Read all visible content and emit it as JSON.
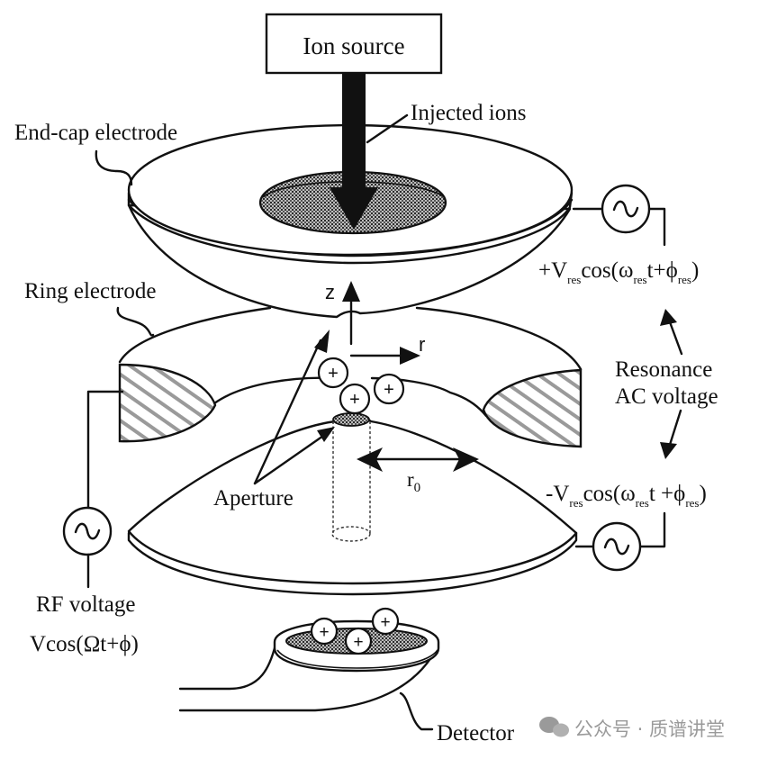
{
  "figure": {
    "title": "Quadrupole ion trap schematic",
    "labels": {
      "ion_source": "Ion source",
      "injected_ions": "Injected ions",
      "end_cap_electrode": "End-cap electrode",
      "ring_electrode": "Ring electrode",
      "aperture": "Aperture",
      "detector": "Detector",
      "rf_voltage": "RF voltage",
      "rf_formula": "Vcos(Ωt+ϕ)",
      "resonance_line1": "Resonance",
      "resonance_line2": "AC voltage",
      "axis_z": "z",
      "axis_r": "r",
      "r0_main": "r",
      "r0_sub": "0"
    },
    "upper_formula": {
      "sign": "+V",
      "sub1": "res",
      "mid": "cos(ω",
      "sub2": "res",
      "tail": "t+ϕ",
      "sub3": "res",
      "close": ")"
    },
    "lower_formula": {
      "sign": "-V",
      "sub1": "res",
      "mid": "cos(ω",
      "sub2": "res",
      "tail": "t +ϕ",
      "sub3": "res",
      "close": ")"
    },
    "ion_symbol": "+",
    "ac_source_symbol": "~"
  },
  "watermark": {
    "icon": "wechat-icon",
    "text": "公众号 · 质谱讲堂"
  }
}
